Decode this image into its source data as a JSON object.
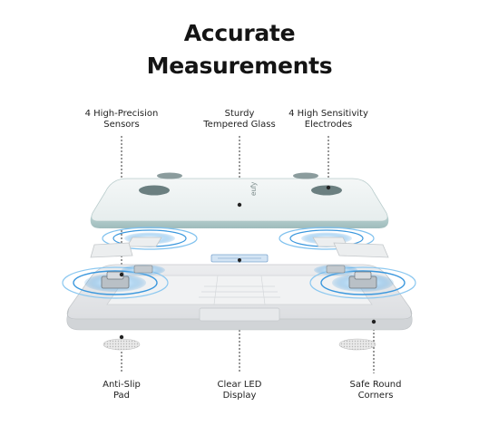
{
  "title": {
    "line1": "Accurate",
    "line2": "Measurements"
  },
  "callouts": {
    "sensors": {
      "line1": "4 High-Precision",
      "line2": "Sensors"
    },
    "glass": {
      "line1": "Sturdy",
      "line2": "Tempered Glass"
    },
    "electrodes": {
      "line1": "4 High Sensitivity",
      "line2": "Electrodes"
    },
    "pad": {
      "line1": "Anti-Slip",
      "line2": "Pad"
    },
    "display": {
      "line1": "Clear LED",
      "line2": "Display"
    },
    "corners": {
      "line1": "Safe Round",
      "line2": "Corners"
    }
  },
  "brand_mark": "eufy",
  "colors": {
    "text": "#1a1a1a",
    "glass": "#eef3f3",
    "frame": "#e4e6e8",
    "sensor_wave": "#2d8fd9",
    "sensor_glow": "#bfe0f7"
  }
}
